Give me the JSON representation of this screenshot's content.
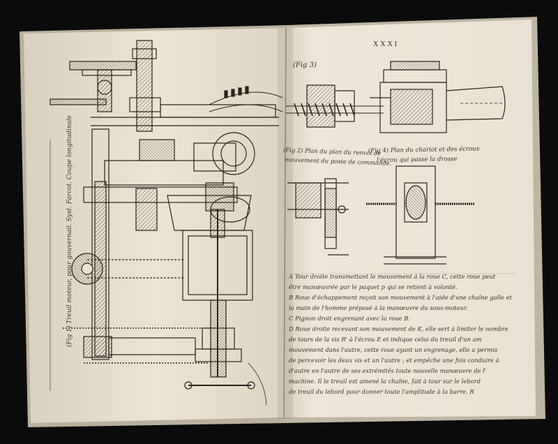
{
  "page": {
    "header_numeral": "XXXI",
    "fig_label_right": "(Fig 3)"
  },
  "left_page": {
    "vertical_caption": "(Fig 1) Treuil moteur, pour gouvernail. Syst. Farcot. Coupe longitudinale"
  },
  "right_page": {
    "fig2_caption_lines": [
      "(Fig 2) Plan du plan du renvoi de",
      "mouvement du poste de commande."
    ],
    "fig4_caption_lines": [
      "(Fig 4) Plan du chariot et des écrous",
      "l'écrou qui passe la drosse"
    ],
    "body_lines": [
      "A Tour droite transmettant le mouvement à la roue C, cette roue peut",
      "être manœuvrée par le paquet p qui se retient à volonté.",
      "B Roue d'échappement reçoit son mouvement à l'aide d'une chaîne galle et",
      "la main de l'homme préposé à la manœuvre du sous-moteur.",
      "C Pignon droit engrenant avec la roue B.",
      "D Roue droite recevant son mouvement de K, elle sert à limiter le nombre",
      "de tours de la vis R' à l'écrou E et indique celui du treuil d'un am",
      "mouvement dans l'autre, cette roue ayant un engrenage, elle a permis",
      "de percevoir les deux vis et un l'autre ; et empêche une fois conduire à",
      "d'autre en l'autre de ses extrémités toute nouvelle manœuvre de l'",
      "machine. Il le treuil est amené la chaîne, fait à tour sur le lebord",
      "de treuil du lebord pour donner toute l'amplitude à la barre. R"
    ]
  },
  "colors": {
    "background": "#0b0b0b",
    "paper_left": "#e9e2d2",
    "paper_right": "#ece6d8",
    "ink": "#2a2218",
    "handwriting": "#3a3024"
  }
}
